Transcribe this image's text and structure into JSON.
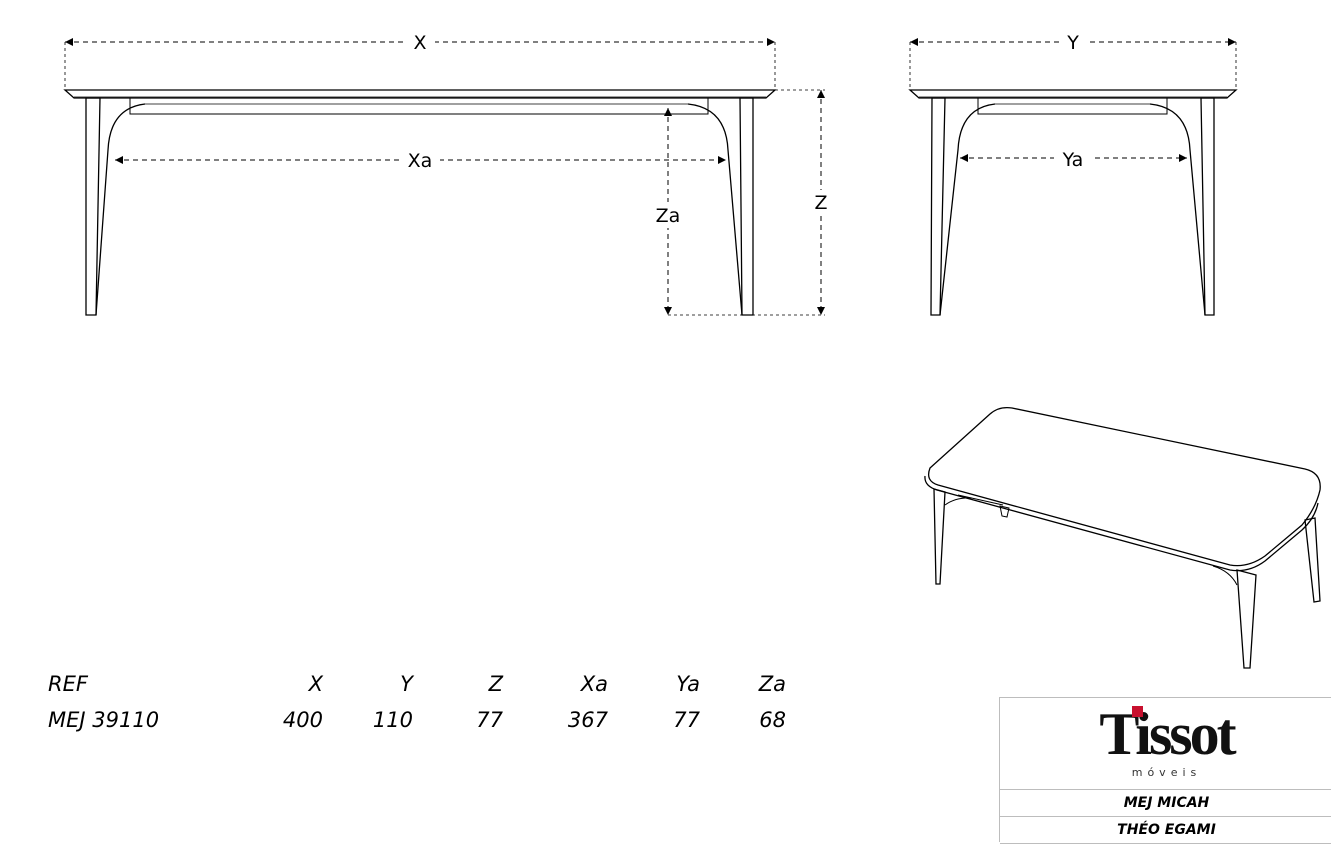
{
  "dimension_labels": {
    "front": {
      "x": "X",
      "xa": "Xa",
      "za": "Za",
      "z": "Z"
    },
    "side": {
      "y": "Y",
      "ya": "Ya"
    }
  },
  "spec_table": {
    "headers": [
      "REF",
      "X",
      "Y",
      "Z",
      "Xa",
      "Ya",
      "Za"
    ],
    "rows": [
      [
        "MEJ 39110",
        "400",
        "110",
        "77",
        "367",
        "77",
        "68"
      ]
    ]
  },
  "title_block": {
    "logo_text": "Tissot",
    "logo_subtext": "móveis",
    "logo_accent_color": "#c8102e",
    "product_name": "MEJ MICAH",
    "designer": "THÉO EGAMI"
  }
}
